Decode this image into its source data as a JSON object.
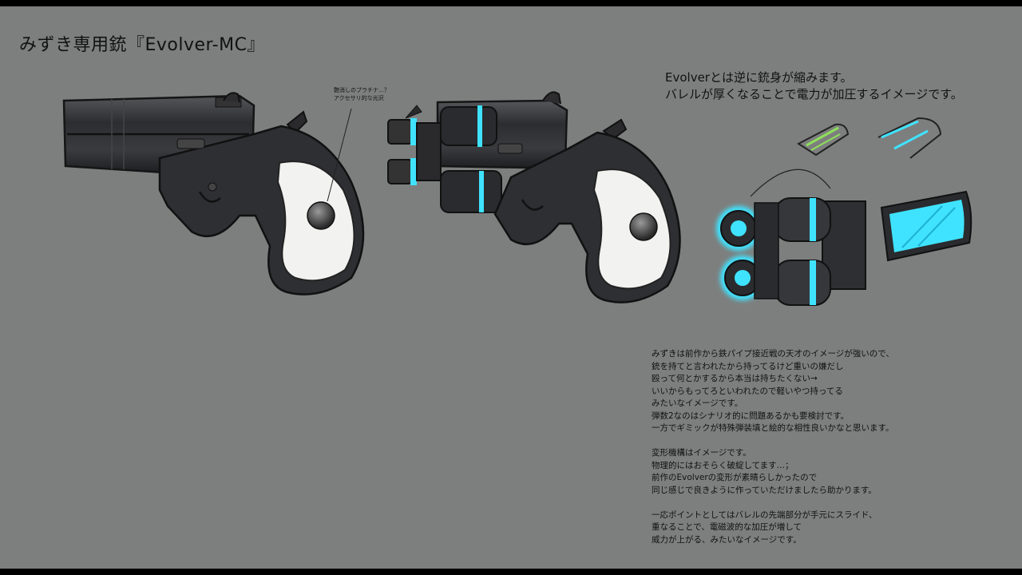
{
  "title": "みずき専用銃『Evolver-MC』",
  "headline": [
    "Evolverとは逆に銃身が縮みます。",
    "バレルが厚くなることで電力が加圧するイメージです。"
  ],
  "annotation": [
    "艶消しのプラチナ…？",
    "アクセサリ的な光沢"
  ],
  "notes": [
    "みずきは前作から鉄パイプ接近戦の天才のイメージが強いので、",
    "銃を持てと言われたから持ってるけど重いの嫌だし",
    "殴って何とかするから本当は持ちたくない→",
    "いいからもってろといわれたので軽いやつ持ってる",
    "みたいなイメージです。",
    "弾数2なのはシナリオ的に問題あるかも要検討です。",
    "一方でギミックが特殊弾装填と絵的な相性良いかなと思います。",
    "",
    "変形機構はイメージです。",
    "物理的にはおそらく破綻してます…；",
    "前作のEvolverの変形が素晴らしかったので",
    "同じ感じで良きように作っていただけましたら助かります。",
    "",
    "一応ポイントとしてはバレルの先端部分が手元にスライド、",
    "重なることで、電磁波的な加圧が増して",
    "威力が上がる、みたいなイメージです。"
  ],
  "colors": {
    "background": "#7d7f7e",
    "gun_metal": "#2b2c2f",
    "grip": "#f2f2f0",
    "glow": "#3fe3ff",
    "accent_green": "#8ee05a"
  }
}
